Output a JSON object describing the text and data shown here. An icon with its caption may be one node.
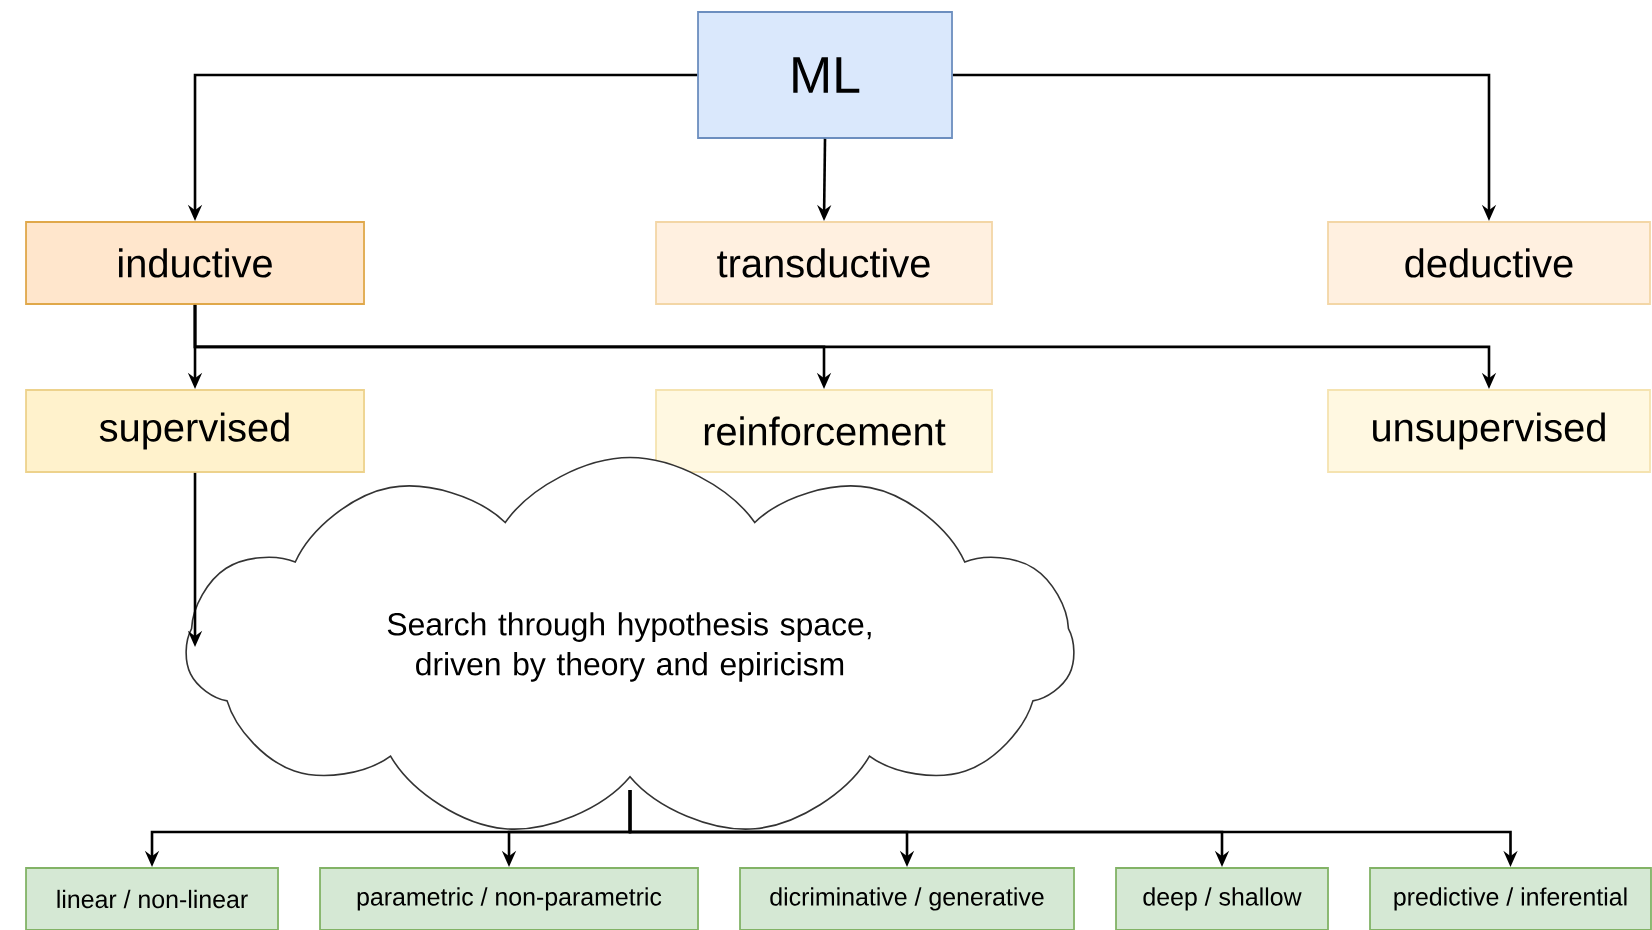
{
  "diagram": {
    "nodes": [
      {
        "text": [
          "ML"
        ]
      },
      {
        "text": [
          "inductive"
        ]
      },
      {
        "text": [
          "transductive"
        ]
      },
      {
        "text": [
          "deductive"
        ]
      },
      {
        "text": [
          "supervised"
        ]
      },
      {
        "text": [
          "reinforcement"
        ]
      },
      {
        "text": [
          "unsupervised"
        ]
      },
      {
        "text": [
          "Search through hypothesis space, driven by theory and epiricism"
        ]
      },
      {
        "text": [
          "linear / non-linear"
        ]
      },
      {
        "text": [
          "parametric / non-parametric"
        ]
      },
      {
        "text": [
          "dicriminative / generative"
        ]
      },
      {
        "text": [
          "deep / shallow"
        ]
      },
      {
        "text": [
          "predictive / inferential"
        ]
      }
    ],
    "edges": [
      {
        "from": 0,
        "to": 1,
        "arrow": "to"
      },
      {
        "from": 0,
        "to": 2,
        "arrow": "to"
      },
      {
        "from": 0,
        "to": 3,
        "arrow": "to"
      },
      {
        "from": 1,
        "to": 4,
        "arrow": "to"
      },
      {
        "from": 1,
        "to": 5,
        "arrow": "to"
      },
      {
        "from": 1,
        "to": 6,
        "arrow": "to"
      },
      {
        "from": 4,
        "to": 7,
        "arrow": "to"
      },
      {
        "from": 7,
        "to": 8,
        "arrow": "to"
      },
      {
        "from": 7,
        "to": 9,
        "arrow": "to"
      },
      {
        "from": 7,
        "to": 10,
        "arrow": "to"
      },
      {
        "from": 7,
        "to": 11,
        "arrow": "to"
      },
      {
        "from": 7,
        "to": 12,
        "arrow": "to"
      }
    ]
  }
}
